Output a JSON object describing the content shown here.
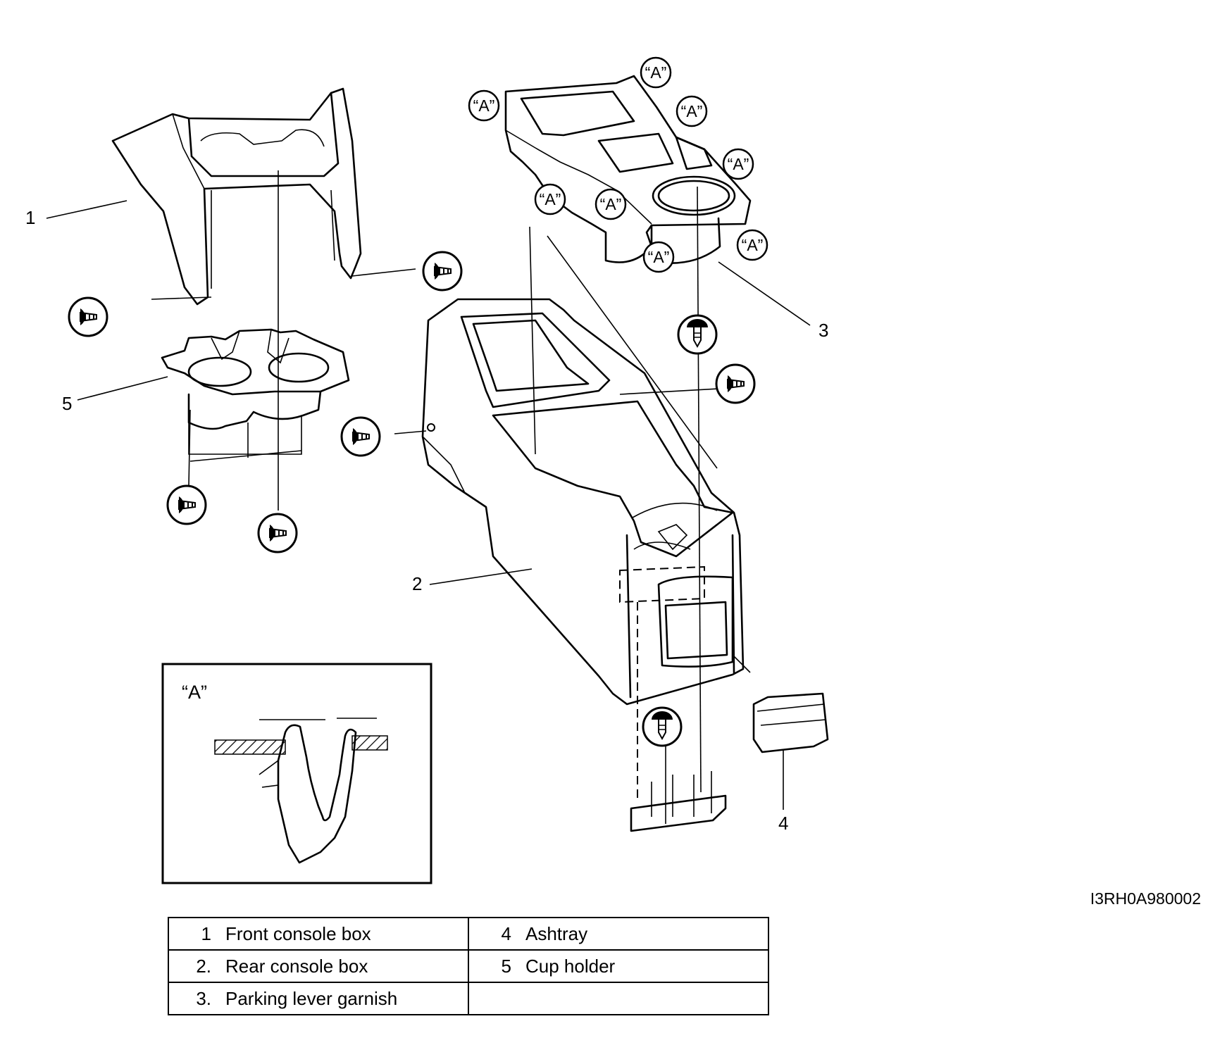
{
  "figure": {
    "id_code": "I3RH0A980002",
    "clip_marker": "“A”",
    "detail_title": "“A”",
    "callouts": [
      "1",
      "2",
      "3",
      "4",
      "5"
    ]
  },
  "legend": {
    "rows": [
      [
        {
          "num": "1",
          "name": "Front console box"
        },
        {
          "num": "4",
          "name": "Ashtray"
        }
      ],
      [
        {
          "num": "2.",
          "name": "Rear console box"
        },
        {
          "num": "5",
          "name": "Cup holder"
        }
      ],
      [
        {
          "num": "3.",
          "name": "Parking lever garnish"
        },
        {
          "num": "",
          "name": ""
        }
      ]
    ]
  }
}
